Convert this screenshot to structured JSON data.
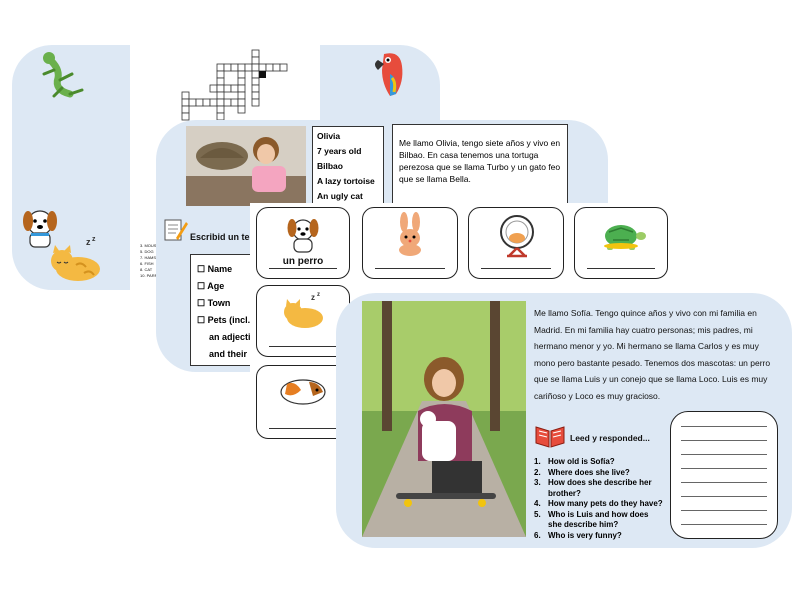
{
  "sheet1": {
    "crossword_clues": [
      "3. MOUSE",
      "5. DOG",
      "7. HAMST...",
      "6. FISH",
      "8. CAT",
      "10. PARR..."
    ]
  },
  "sheet2": {
    "profile": [
      "Olivia",
      "7 years old",
      "Bilbao",
      "A lazy tortoise",
      "An ugly cat"
    ],
    "text": "Me llamo Olivia, tengo siete años y vivo en Bilbao. En casa tenemos una tortuga perezosa que se llama Turbo y un gato feo que se llama Bella.",
    "instruction": "Escribid un te...",
    "checklist": [
      "Name",
      "Age",
      "Town",
      "Pets (incl..."
    ],
    "checklist_extra": [
      "an adjecti...",
      "and their ..."
    ]
  },
  "sheet3": {
    "pets": [
      "un perro",
      "",
      "",
      "",
      "",
      "",
      "",
      "",
      ""
    ]
  },
  "sheet4": {
    "text": "Me llamo Sofía. Tengo quince años y vivo con mi familia en Madrid. En mi familia hay cuatro personas; mis padres, mi hermano menor y yo. Mi hermano se llama Carlos y es muy mono pero bastante pesado. Tenemos dos mascotas: un perro que se llama Luis y un conejo que se llama Loco. Luis es muy cariñoso y Loco es muy gracioso.",
    "heading": "Leed y responded...",
    "questions": [
      {
        "n": "1.",
        "q": "How old is Sofía?"
      },
      {
        "n": "2.",
        "q": "Where does she live?"
      },
      {
        "n": "3.",
        "q": "How does she describe her brother?"
      },
      {
        "n": "4.",
        "q": "How many pets do they have?"
      },
      {
        "n": "5.",
        "q": "Who is Luis and how does she describe him?"
      },
      {
        "n": "6.",
        "q": "Who is very funny?"
      }
    ]
  },
  "colors": {
    "sheet_bg": "#dde8f4",
    "lizard": "#6ab04c",
    "parrot": "#e74c3c",
    "dog": "#b5651d",
    "cat": "#f4b942",
    "tortoise": "#4caf50"
  }
}
